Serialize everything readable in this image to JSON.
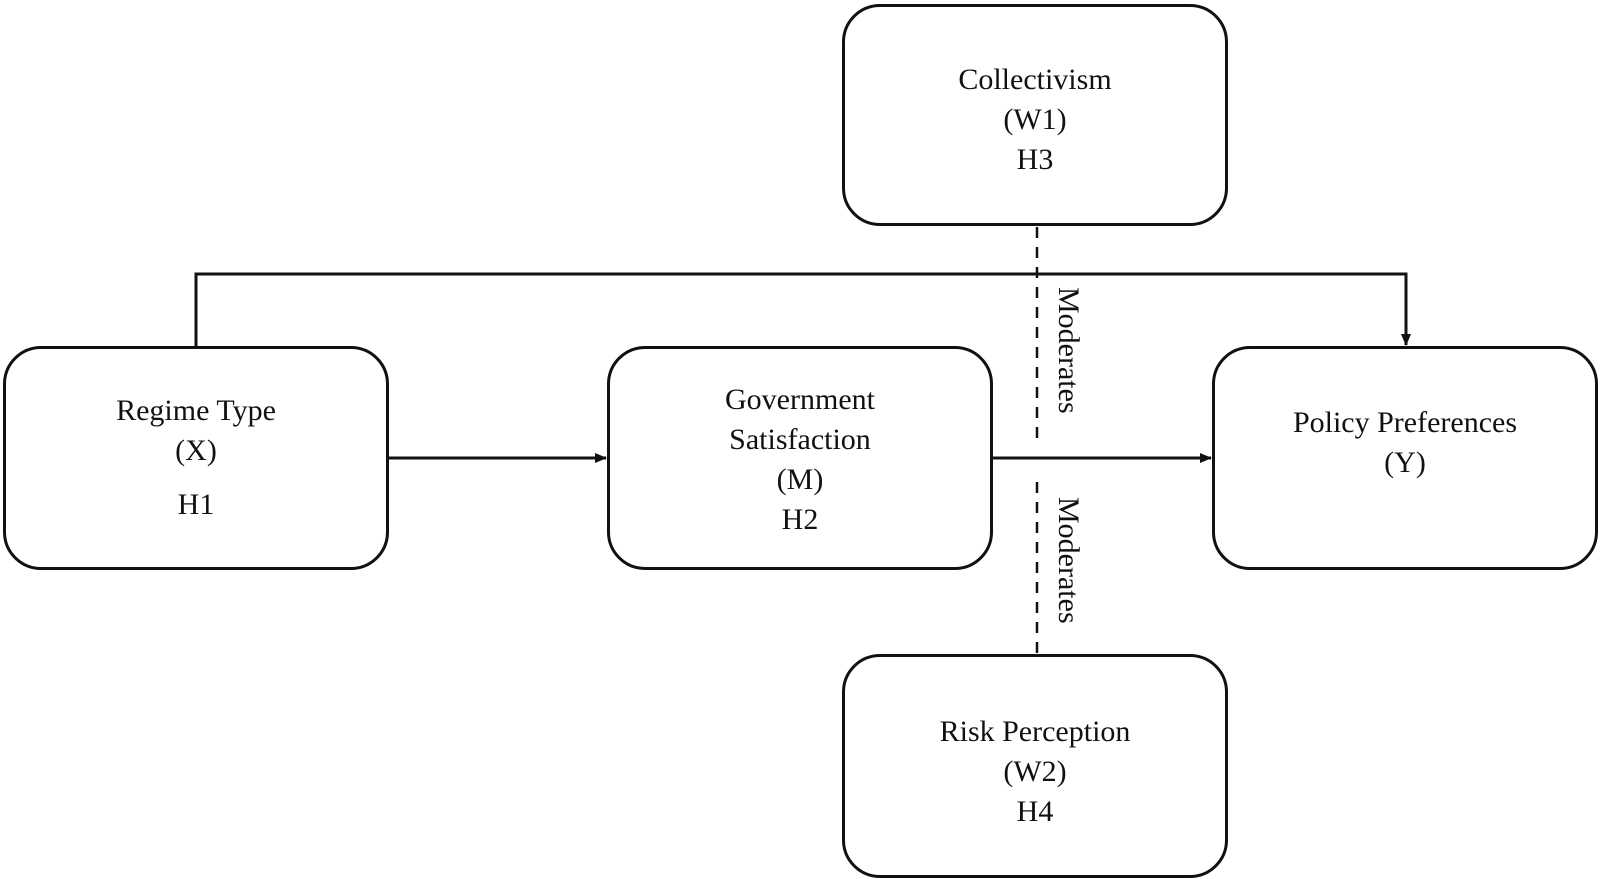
{
  "nodes": {
    "collectivism": {
      "title": "Collectivism",
      "symbol": "(W1)",
      "hypothesis": "H3"
    },
    "regime_type": {
      "title": "Regime Type",
      "symbol": "(X)",
      "hypothesis": "H1"
    },
    "government_satisfaction": {
      "title_line1": "Government",
      "title_line2": "Satisfaction",
      "symbol": "(M)",
      "hypothesis": "H2"
    },
    "policy_preferences": {
      "title": "Policy Preferences",
      "symbol": "(Y)"
    },
    "risk_perception": {
      "title": "Risk Perception",
      "symbol": "(W2)",
      "hypothesis": "H4"
    }
  },
  "edges": {
    "moderates_top": "Moderates",
    "moderates_bottom": "Moderates"
  },
  "colors": {
    "line": "#111111",
    "background": "#ffffff"
  }
}
